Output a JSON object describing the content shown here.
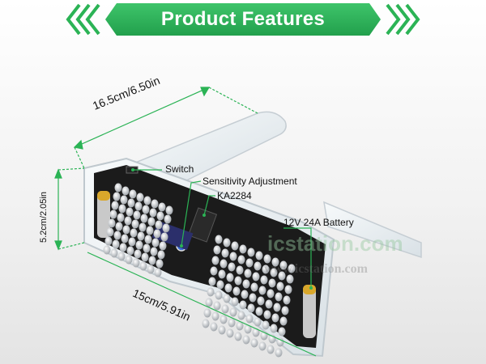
{
  "banner": {
    "title": "Product Features",
    "color": "#2bb355"
  },
  "dimensions": {
    "length": "16.5cm/6.50in",
    "height": "5.2cm/2.05in",
    "width": "15cm/5.91in"
  },
  "callouts": {
    "switch": "Switch",
    "sensitivity": "Sensitivity Adjustment",
    "chip": "KA2284",
    "battery": "12V 24A Battery"
  },
  "watermark": {
    "brand": "icstation.com",
    "url": "www.icstation.com"
  },
  "colors": {
    "accent_green": "#2bb355",
    "frame": "#e8eef2",
    "pcb": "#1a1a1a",
    "led": "#d8dade"
  }
}
